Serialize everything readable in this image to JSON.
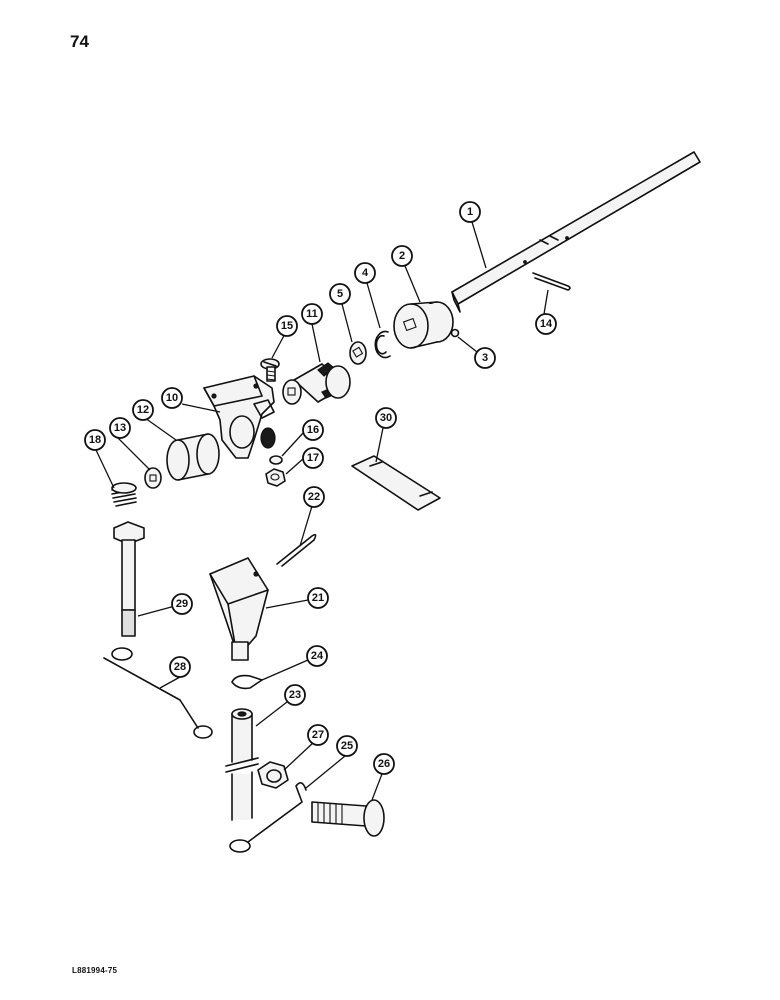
{
  "page": {
    "number": "74",
    "drawing_code": "L881994-75"
  },
  "callouts": [
    {
      "id": "c1",
      "label": "1"
    },
    {
      "id": "c2",
      "label": "2"
    },
    {
      "id": "c3",
      "label": "3"
    },
    {
      "id": "c4",
      "label": "4"
    },
    {
      "id": "c5",
      "label": "5"
    },
    {
      "id": "c10",
      "label": "10"
    },
    {
      "id": "c11",
      "label": "11"
    },
    {
      "id": "c12",
      "label": "12"
    },
    {
      "id": "c13",
      "label": "13"
    },
    {
      "id": "c14",
      "label": "14"
    },
    {
      "id": "c15",
      "label": "15"
    },
    {
      "id": "c16",
      "label": "16"
    },
    {
      "id": "c17",
      "label": "17"
    },
    {
      "id": "c18",
      "label": "18"
    },
    {
      "id": "c21",
      "label": "21"
    },
    {
      "id": "c22",
      "label": "22"
    },
    {
      "id": "c23",
      "label": "23"
    },
    {
      "id": "c24",
      "label": "24"
    },
    {
      "id": "c25",
      "label": "25"
    },
    {
      "id": "c26",
      "label": "26"
    },
    {
      "id": "c27",
      "label": "27"
    },
    {
      "id": "c28",
      "label": "28"
    },
    {
      "id": "c29",
      "label": "29"
    },
    {
      "id": "c30",
      "label": "30"
    }
  ]
}
